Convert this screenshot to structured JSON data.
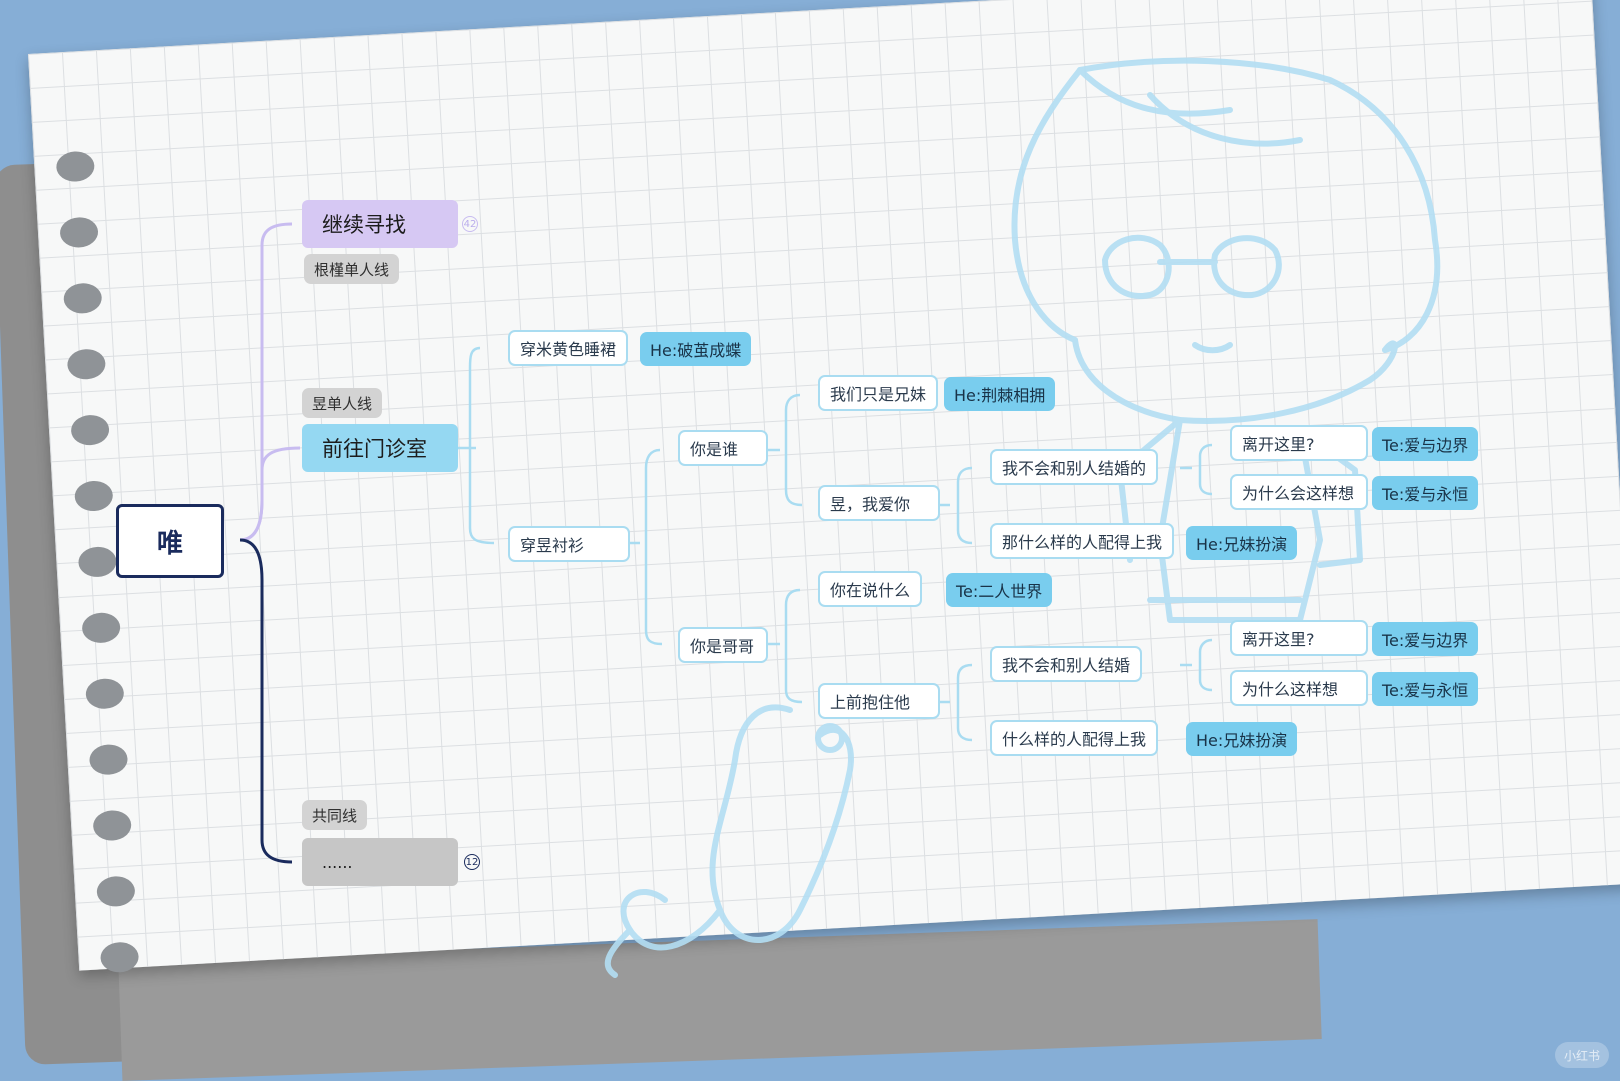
{
  "mindmap": {
    "root": "唯",
    "branches": [
      {
        "label": "根槿单人线",
        "title": "继续寻找",
        "count": "42"
      },
      {
        "label": "昱单人线",
        "title": "前往门诊室",
        "children": [
          {
            "text": "穿米黄色睡裙",
            "ending": "He:破茧成蝶"
          },
          {
            "text": "穿昱衬衫",
            "children": [
              {
                "text": "你是谁",
                "children": [
                  {
                    "text": "我们只是兄妹",
                    "ending": "He:荆棘相拥"
                  },
                  {
                    "text": "昱，我爱你",
                    "children": [
                      {
                        "text": "我不会和别人结婚的",
                        "children": [
                          {
                            "text": "离开这里?",
                            "ending": "Te:爱与边界"
                          },
                          {
                            "text": "为什么会这样想",
                            "ending": "Te:爱与永恒"
                          }
                        ]
                      },
                      {
                        "text": "那什么样的人配得上我",
                        "ending": "He:兄妹扮演"
                      }
                    ]
                  }
                ]
              },
              {
                "text": "你是哥哥",
                "children": [
                  {
                    "text": "你在说什么",
                    "ending": "Te:二人世界"
                  },
                  {
                    "text": "上前抱住他",
                    "children": [
                      {
                        "text": "我不会和别人结婚",
                        "children": [
                          {
                            "text": "离开这里?",
                            "ending": "Te:爱与边界"
                          },
                          {
                            "text": "为什么这样想",
                            "ending": "Te:爱与永恒"
                          }
                        ]
                      },
                      {
                        "text": "什么样的人配得上我",
                        "ending": "He:兄妹扮演"
                      }
                    ]
                  }
                ]
              }
            ]
          }
        ]
      },
      {
        "label": "共同线",
        "title": "......",
        "count": "12"
      }
    ]
  },
  "colors": {
    "background": "#86aed6",
    "paper": "#f7f8f8",
    "root_border": "#1a2b5d",
    "purple_node": "#d6c8f3",
    "blue_node": "#95d8f2",
    "gray_node": "#c6c6c6",
    "ending_tag": "#79cdee",
    "outline_border": "#a9dcf1"
  },
  "icons": {
    "character": "chibi-doctor-doodle-icon",
    "stethoscope": "stethoscope-doodle-icon"
  }
}
